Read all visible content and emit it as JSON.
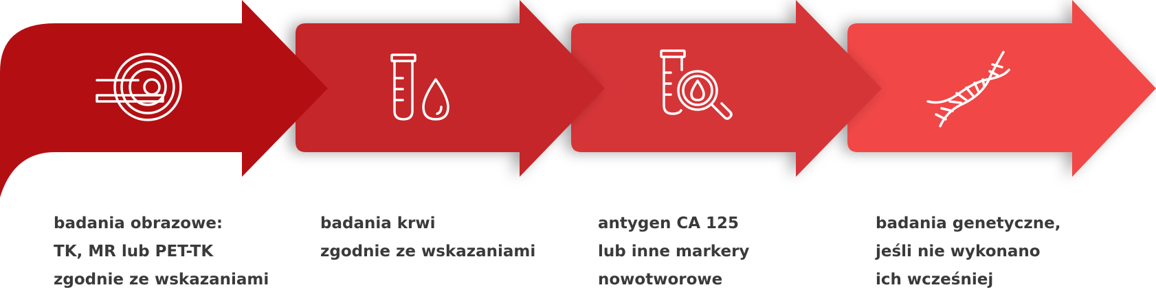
{
  "colors": {
    "step1": "#b30f12",
    "step2": "#c5252a",
    "step3": "#d63638",
    "step4": "#f14646",
    "text": "#3a3a3a",
    "icon_stroke": "#ffffff"
  },
  "steps": [
    {
      "icon": "mri-scanner-icon",
      "lines": [
        "badania obrazowe:",
        "TK, MR lub PET-TK",
        "zgodnie ze wskazaniami"
      ]
    },
    {
      "icon": "test-tube-blood-drop-icon",
      "lines": [
        "badania krwi",
        "zgodnie ze wskazaniami"
      ]
    },
    {
      "icon": "test-tube-magnifier-icon",
      "lines": [
        "antygen CA 125",
        "lub inne markery",
        "nowotworowe"
      ]
    },
    {
      "icon": "dna-icon",
      "lines": [
        "badania genetyczne,",
        "jeśli nie wykonano",
        "ich wcześniej"
      ]
    }
  ]
}
